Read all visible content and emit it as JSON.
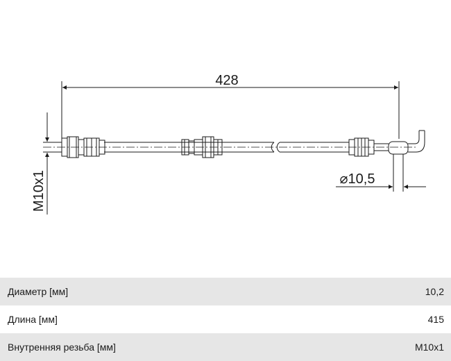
{
  "drawing": {
    "length_label": "428",
    "thread_label": "M10x1",
    "diameter_label": "⌀10,5"
  },
  "specs": [
    {
      "label": "Диаметр [мм]",
      "value": "10,2"
    },
    {
      "label": "Длина [мм]",
      "value": "415"
    },
    {
      "label": "Внутренняя резьба [мм]",
      "value": "M10x1"
    }
  ],
  "colors": {
    "line": "#1a1a1a",
    "row_shade": "#e6e6e6"
  }
}
